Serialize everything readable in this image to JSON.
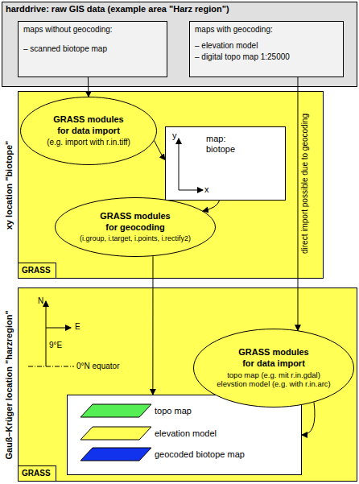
{
  "diagram": {
    "nodes": [
      {
        "text": [
          "harddrive: raw GIS data (example area \"Harz region\")"
        ]
      },
      {
        "text": [
          "maps without geocoding:",
          "– scanned biotope map"
        ],
        "in": 0
      },
      {
        "text": [
          "maps with geocoding:",
          "– elevation model",
          "– digital topo map 1:25000"
        ],
        "in": 0
      },
      {
        "text": [
          "xy location \"biotope\""
        ]
      },
      {
        "text": [
          "GRASS modules for data import",
          "(e.g. import with r.in.tiff)"
        ],
        "in": 3
      },
      {
        "text": [
          "y",
          "map: biotope",
          "x"
        ],
        "in": 3
      },
      {
        "text": [
          "GRASS modules for geocoding",
          "(i.group, i.target, i.points, i.rectify2)"
        ],
        "in": 3
      },
      {
        "text": [
          "GRASS"
        ],
        "in": 3
      },
      {
        "text": [
          "Gauß–Krüger location \"harzregion\""
        ]
      },
      {
        "text": [
          "GRASS modules for data import",
          "topo map (e.g. mit r.in.gdal)",
          "elevstion model (e.g. with r.in.arc)"
        ],
        "in": 8
      },
      {
        "text": [
          "topo map",
          "elevation model",
          "geocoded biotope map"
        ],
        "in": 8
      },
      {
        "text": [
          "GRASS"
        ],
        "in": 8
      }
    ],
    "edges": [
      {
        "from": 1,
        "to": 4,
        "arrow": "to"
      },
      {
        "from": 4,
        "to": 5,
        "arrow": "to"
      },
      {
        "from": 5,
        "to": 6,
        "arrow": "to"
      },
      {
        "from": 6,
        "to": 10,
        "arrow": "to"
      },
      {
        "from": 2,
        "to": 9,
        "label": "direct import possible due to geocoding",
        "arrow": "to"
      },
      {
        "from": 9,
        "to": 10,
        "arrow": "to"
      }
    ],
    "labels": [
      "N",
      "E",
      "9°E",
      "0°N equator"
    ]
  }
}
